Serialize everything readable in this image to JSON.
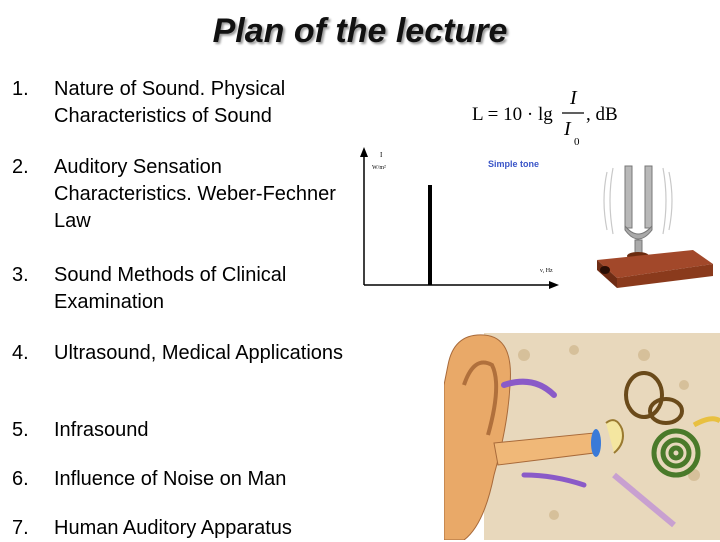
{
  "title": "Plan of the lecture",
  "items": [
    {
      "num": "1.",
      "text": "Nature of Sound. Physical Characteristics of Sound"
    },
    {
      "num": "2.",
      "text": "Auditory Sensation Characteristics. Weber-Fechner Law"
    },
    {
      "num": "3.",
      "text": "Sound Methods of Clinical Examination"
    },
    {
      "num": "4.",
      "text": "Ultrasound, Medical Applications"
    },
    {
      "num": "5.",
      "text": "Infrasound"
    },
    {
      "num": "6.",
      "text": "Influence of Noise on Man"
    },
    {
      "num": "7.",
      "text": "Human Auditory Apparatus"
    }
  ],
  "formula": {
    "lhs": "L = 10 · lg",
    "numerator": "I",
    "denominator": "I",
    "denominator_sub": "0",
    "unit": ", dB"
  },
  "graph": {
    "y_label": "I",
    "y_unit": "W/m²",
    "x_label": "ν, Hz",
    "legend": "Simple tone"
  },
  "colors": {
    "title_shadow": "#9a9a9a",
    "legend_blue": "#3a55c8",
    "fork_box": "#8a3a1c",
    "ear_skin": "#e9a968"
  }
}
